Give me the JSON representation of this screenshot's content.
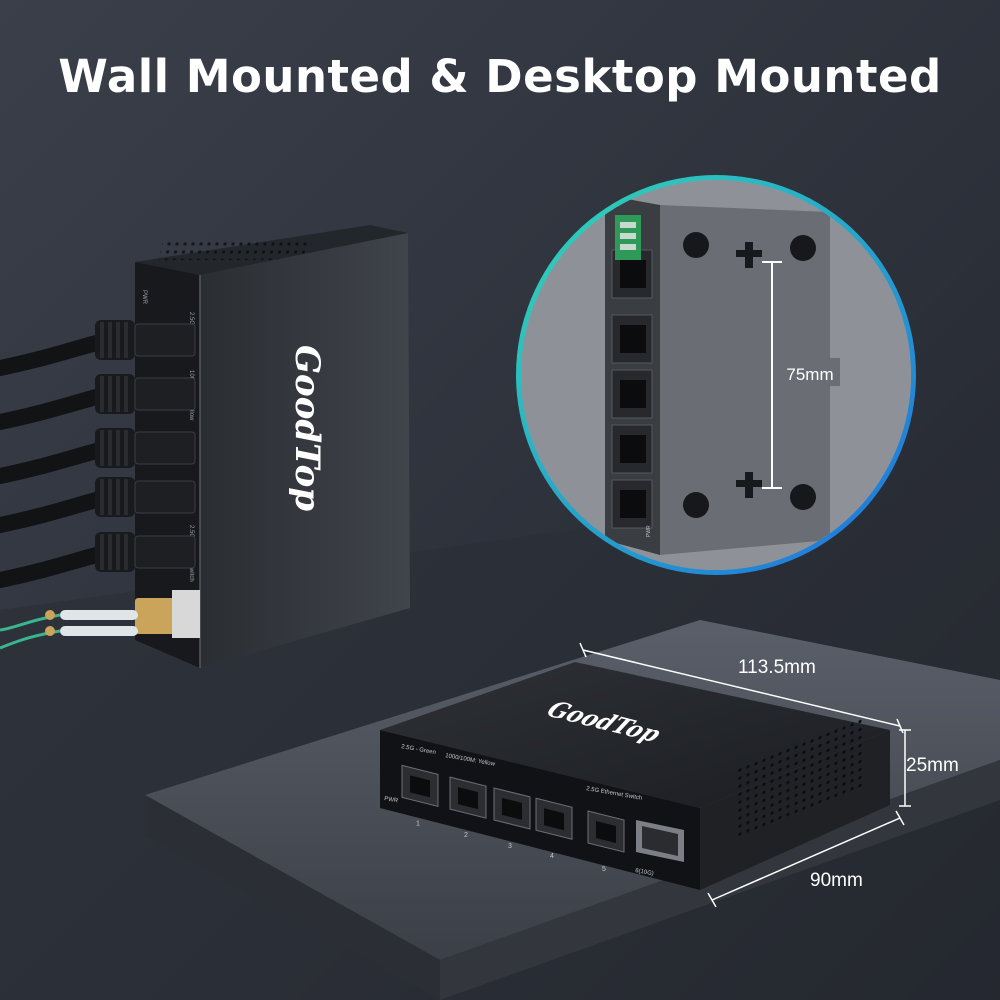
{
  "headline": "Wall Mounted & Desktop Mounted",
  "brand": "GoodTop",
  "dimensions": {
    "mount_spacing": "75mm",
    "length": "113.5mm",
    "height": "25mm",
    "depth": "90mm"
  },
  "front_panel": {
    "pwr": "PWR",
    "group_green": "2.5G - Green",
    "group_yellow": "1000/100M: Yellow",
    "switch_name": "2.5G Ethernet Switch",
    "port_numbers": [
      "1",
      "2",
      "3",
      "4",
      "5"
    ],
    "sfp_label": "6(10G)"
  },
  "colors": {
    "background": "#2b2f38",
    "device_body": "#1e2024",
    "ring_gradient_start": "#2fd9b3",
    "ring_gradient_end": "#1f6fe0"
  }
}
